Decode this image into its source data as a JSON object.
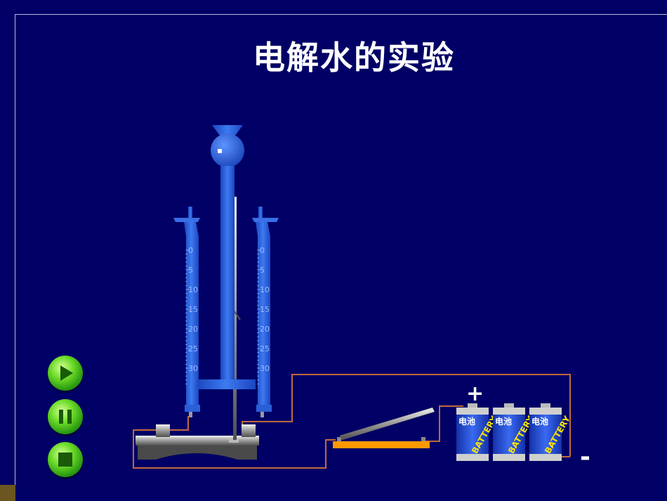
{
  "title": "电解水的实验",
  "burette_scale": [
    "0",
    "5",
    "10",
    "15",
    "20",
    "25",
    "30"
  ],
  "battery": {
    "cn_label": "电池",
    "en_label": "BATTERY",
    "count": 3
  },
  "terminals": {
    "positive": "+",
    "negative": "-"
  },
  "controls": [
    "play",
    "pause",
    "stop"
  ],
  "colors": {
    "background": "#000066",
    "glass": "#2a5fd8",
    "wire": "#c06a3a",
    "switch_base": "#ff9900",
    "battery_body": "#2a4ad8",
    "control_green": "#5ecf22"
  }
}
